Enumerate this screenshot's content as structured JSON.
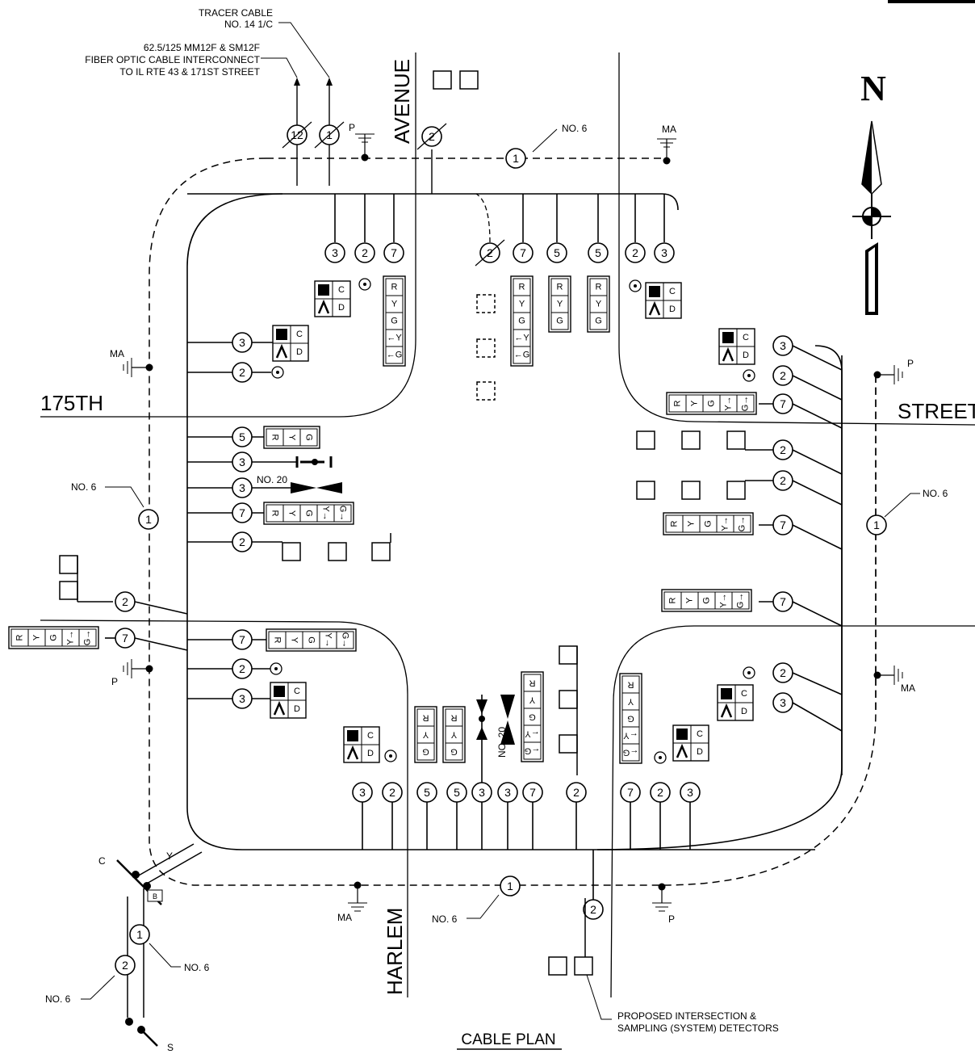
{
  "drawing": {
    "title": "CABLE PLAN",
    "north_arrow_label": "N",
    "streets": {
      "west_name": "175TH",
      "east_name": "STREET",
      "north_name": "AVENUE",
      "south_name": "HARLEM"
    },
    "notes": {
      "tracer": [
        "TRACER CABLE",
        "NO. 14 1/C"
      ],
      "fiber": [
        "62.5/125 MM12F & SM12F",
        "FIBER OPTIC CABLE INTERCONNECT",
        "TO IL RTE 43 & 171ST STREET"
      ],
      "detectors": [
        "PROPOSED INTERSECTION &",
        "SAMPLING (SYSTEM) DETECTORS"
      ],
      "cable_size": "NO. 6",
      "ped_cable": "NO. 20"
    },
    "grounds": {
      "ma": "MA",
      "p": "P",
      "c": "C",
      "s": "S",
      "y": "Y",
      "b": "B"
    },
    "bubbles": {
      "north": [
        "3",
        "2",
        "7",
        "2",
        "7",
        "5",
        "5",
        "2",
        "3"
      ],
      "west": [
        "3",
        "2",
        "5",
        "3",
        "3",
        "7",
        "2",
        "2",
        "7"
      ],
      "southwest": [
        "7",
        "2",
        "3"
      ],
      "south": [
        "3",
        "2",
        "5",
        "5",
        "3",
        "3",
        "7",
        "2"
      ],
      "southeast": [
        "7",
        "2",
        "3",
        "2",
        "3"
      ],
      "east": [
        "3",
        "2",
        "7",
        "2",
        "2",
        "7",
        "7"
      ],
      "interconnect": [
        "1",
        "1",
        "1",
        "1",
        "1",
        "1",
        "2",
        "2",
        "12",
        "2"
      ]
    },
    "heads": {
      "vertical_3": [
        "R",
        "Y",
        "G"
      ],
      "vertical_5": [
        "R",
        "Y",
        "G",
        "←Y",
        "←G"
      ],
      "horizontal_3": [
        "R",
        "Y",
        "G"
      ],
      "horizontal_5": [
        "R",
        "Y",
        "G",
        "Y→",
        "G→"
      ],
      "ped": [
        "C",
        "D"
      ]
    }
  }
}
